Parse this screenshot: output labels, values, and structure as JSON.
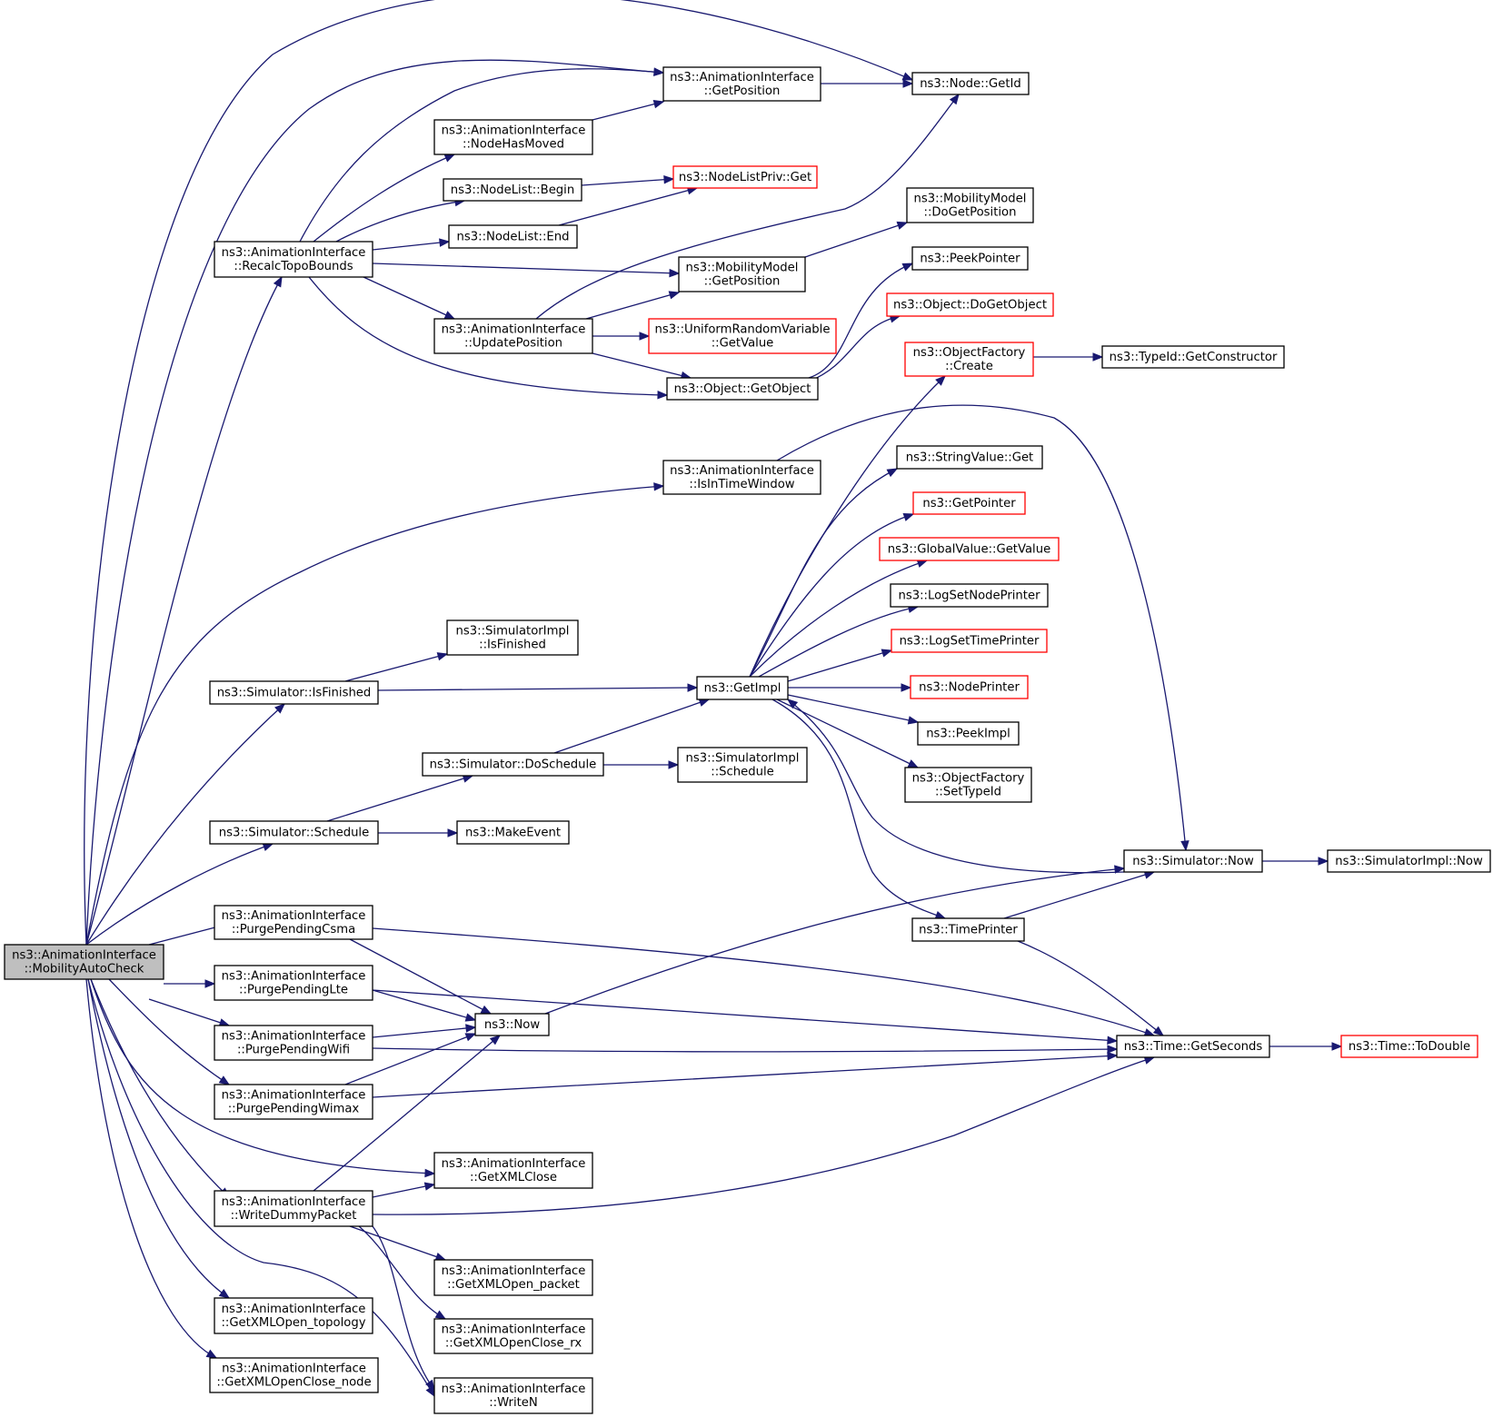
{
  "diagram": {
    "nodes": [
      {
        "id": "mac",
        "lines": [
          "ns3::AnimationInterface",
          "::MobilityAutoCheck"
        ],
        "style": "root"
      },
      {
        "id": "rtb",
        "lines": [
          "ns3::AnimationInterface",
          "::RecalcTopoBounds"
        ],
        "style": "normal"
      },
      {
        "id": "ssif",
        "lines": [
          "ns3::Simulator::IsFinished"
        ],
        "style": "normal"
      },
      {
        "id": "ssch",
        "lines": [
          "ns3::Simulator::Schedule"
        ],
        "style": "normal"
      },
      {
        "id": "ppc",
        "lines": [
          "ns3::AnimationInterface",
          "::PurgePendingCsma"
        ],
        "style": "normal"
      },
      {
        "id": "ppl",
        "lines": [
          "ns3::AnimationInterface",
          "::PurgePendingLte"
        ],
        "style": "normal"
      },
      {
        "id": "ppwf",
        "lines": [
          "ns3::AnimationInterface",
          "::PurgePendingWifi"
        ],
        "style": "normal"
      },
      {
        "id": "ppwm",
        "lines": [
          "ns3::AnimationInterface",
          "::PurgePendingWimax"
        ],
        "style": "normal"
      },
      {
        "id": "wdp",
        "lines": [
          "ns3::AnimationInterface",
          "::WriteDummyPacket"
        ],
        "style": "normal"
      },
      {
        "id": "gxot",
        "lines": [
          "ns3::AnimationInterface",
          "::GetXMLOpen_topology"
        ],
        "style": "normal"
      },
      {
        "id": "gxocn",
        "lines": [
          "ns3::AnimationInterface",
          "::GetXMLOpenClose_node"
        ],
        "style": "normal"
      },
      {
        "id": "nhm",
        "lines": [
          "ns3::AnimationInterface",
          "::NodeHasMoved"
        ],
        "style": "normal"
      },
      {
        "id": "nlb",
        "lines": [
          "ns3::NodeList::Begin"
        ],
        "style": "normal"
      },
      {
        "id": "nle",
        "lines": [
          "ns3::NodeList::End"
        ],
        "style": "normal"
      },
      {
        "id": "up",
        "lines": [
          "ns3::AnimationInterface",
          "::UpdatePosition"
        ],
        "style": "normal"
      },
      {
        "id": "siif",
        "lines": [
          "ns3::SimulatorImpl",
          "::IsFinished"
        ],
        "style": "normal"
      },
      {
        "id": "sds",
        "lines": [
          "ns3::Simulator::DoSchedule"
        ],
        "style": "normal"
      },
      {
        "id": "me",
        "lines": [
          "ns3::MakeEvent"
        ],
        "style": "normal"
      },
      {
        "id": "now",
        "lines": [
          "ns3::Now"
        ],
        "style": "normal"
      },
      {
        "id": "gxc",
        "lines": [
          "ns3::AnimationInterface",
          "::GetXMLClose"
        ],
        "style": "normal"
      },
      {
        "id": "gxop",
        "lines": [
          "ns3::AnimationInterface",
          "::GetXMLOpen_packet"
        ],
        "style": "normal"
      },
      {
        "id": "gxocr",
        "lines": [
          "ns3::AnimationInterface",
          "::GetXMLOpenClose_rx"
        ],
        "style": "normal"
      },
      {
        "id": "wn",
        "lines": [
          "ns3::AnimationInterface",
          "::WriteN"
        ],
        "style": "normal"
      },
      {
        "id": "aigp",
        "lines": [
          "ns3::AnimationInterface",
          "::GetPosition"
        ],
        "style": "normal"
      },
      {
        "id": "nlpg",
        "lines": [
          "ns3::NodeListPriv::Get"
        ],
        "style": "red"
      },
      {
        "id": "mmgp",
        "lines": [
          "ns3::MobilityModel",
          "::GetPosition"
        ],
        "style": "normal"
      },
      {
        "id": "urv",
        "lines": [
          "ns3::UniformRandomVariable",
          "::GetValue"
        ],
        "style": "red"
      },
      {
        "id": "ogo",
        "lines": [
          "ns3::Object::GetObject"
        ],
        "style": "normal"
      },
      {
        "id": "iitw",
        "lines": [
          "ns3::AnimationInterface",
          "::IsInTimeWindow"
        ],
        "style": "normal"
      },
      {
        "id": "gi",
        "lines": [
          "ns3::GetImpl"
        ],
        "style": "normal"
      },
      {
        "id": "sisc",
        "lines": [
          "ns3::SimulatorImpl",
          "::Schedule"
        ],
        "style": "normal"
      },
      {
        "id": "ngi",
        "lines": [
          "ns3::Node::GetId"
        ],
        "style": "normal"
      },
      {
        "id": "mmdgp",
        "lines": [
          "ns3::MobilityModel",
          "::DoGetPosition"
        ],
        "style": "normal"
      },
      {
        "id": "pp",
        "lines": [
          "ns3::PeekPointer"
        ],
        "style": "normal"
      },
      {
        "id": "odgo",
        "lines": [
          "ns3::Object::DoGetObject"
        ],
        "style": "red"
      },
      {
        "id": "ofc",
        "lines": [
          "ns3::ObjectFactory",
          "::Create"
        ],
        "style": "red"
      },
      {
        "id": "svg",
        "lines": [
          "ns3::StringValue::Get"
        ],
        "style": "normal"
      },
      {
        "id": "gp",
        "lines": [
          "ns3::GetPointer"
        ],
        "style": "red"
      },
      {
        "id": "gvgv",
        "lines": [
          "ns3::GlobalValue::GetValue"
        ],
        "style": "red"
      },
      {
        "id": "lsnp",
        "lines": [
          "ns3::LogSetNodePrinter"
        ],
        "style": "normal"
      },
      {
        "id": "lstp",
        "lines": [
          "ns3::LogSetTimePrinter"
        ],
        "style": "red"
      },
      {
        "id": "np",
        "lines": [
          "ns3::NodePrinter"
        ],
        "style": "red"
      },
      {
        "id": "pi",
        "lines": [
          "ns3::PeekImpl"
        ],
        "style": "normal"
      },
      {
        "id": "ofst",
        "lines": [
          "ns3::ObjectFactory",
          "::SetTypeId"
        ],
        "style": "normal"
      },
      {
        "id": "tp",
        "lines": [
          "ns3::TimePrinter"
        ],
        "style": "normal"
      },
      {
        "id": "snow",
        "lines": [
          "ns3::Simulator::Now"
        ],
        "style": "normal"
      },
      {
        "id": "tgs",
        "lines": [
          "ns3::Time::GetSeconds"
        ],
        "style": "normal"
      },
      {
        "id": "tgc",
        "lines": [
          "ns3::TypeId::GetConstructor"
        ],
        "style": "normal"
      },
      {
        "id": "sinow",
        "lines": [
          "ns3::SimulatorImpl::Now"
        ],
        "style": "normal"
      },
      {
        "id": "ttd",
        "lines": [
          "ns3::Time::ToDouble"
        ],
        "style": "red"
      }
    ],
    "colors": {
      "edge": "#191970",
      "border": "#000000",
      "border_red": "#ff0000",
      "root_fill": "#bfbfbf"
    }
  }
}
